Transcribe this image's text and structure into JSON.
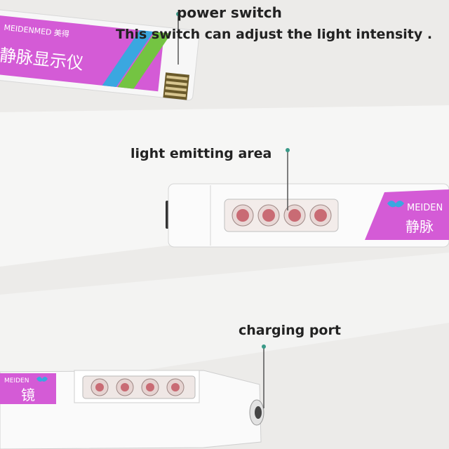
{
  "annotations": {
    "power_switch": "power switch",
    "intensity_note": "This switch can adjust the light intensity .",
    "light_area": "light emitting area",
    "charging_port": "charging port"
  },
  "device": {
    "brand_top": "MEIDENMED 美得",
    "product_top": "静脉显示仪",
    "brand_mid": "MEIDEN",
    "product_mid": "静脉",
    "brand_bottom": "MEIDEN",
    "product_bottom": "镜"
  },
  "colors": {
    "label_magenta": "#d05ad8",
    "accent_blue": "#3aa7e0",
    "accent_green": "#74c442",
    "led_red": "#c96b74",
    "pin_teal": "#3a9a88"
  }
}
